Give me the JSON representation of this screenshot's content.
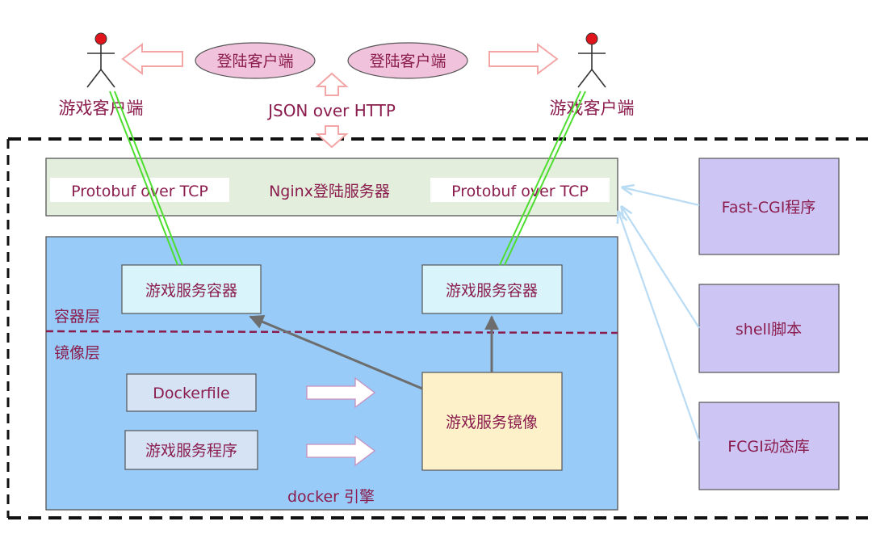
{
  "top": {
    "client_left": "游戏客户端",
    "client_right": "游戏客户端",
    "login_left": "登陆客户端",
    "login_right": "登陆客户端",
    "protocol_http": "JSON over HTTP"
  },
  "nginx": {
    "proto_left": "Protobuf over TCP",
    "title": "Nginx登陆服务器",
    "proto_right": "Protobuf over TCP"
  },
  "docker": {
    "container_left": "游戏服务容器",
    "container_right": "游戏服务容器",
    "layer_container": "容器层",
    "layer_image": "镜像层",
    "dockerfile": "Dockerfile",
    "program": "游戏服务程序",
    "image": "游戏服务镜像",
    "engine": "docker 引擎"
  },
  "side": {
    "fastcgi": "Fast-CGI程序",
    "shell": "shell脚本",
    "fcgi": "FCGI动态库"
  },
  "colors": {
    "label_text": "#8b1d4e",
    "nginx_fill": "#e3efdc",
    "docker_fill": "#98cbf7",
    "container_fill": "#d9f5fb",
    "image_fill": "#fdf1c9",
    "side_fill": "#cdc6f5",
    "login_oval": "#f1c2dc",
    "green_link": "#4dde2f",
    "blue_arrow": "#b9dcf4"
  }
}
